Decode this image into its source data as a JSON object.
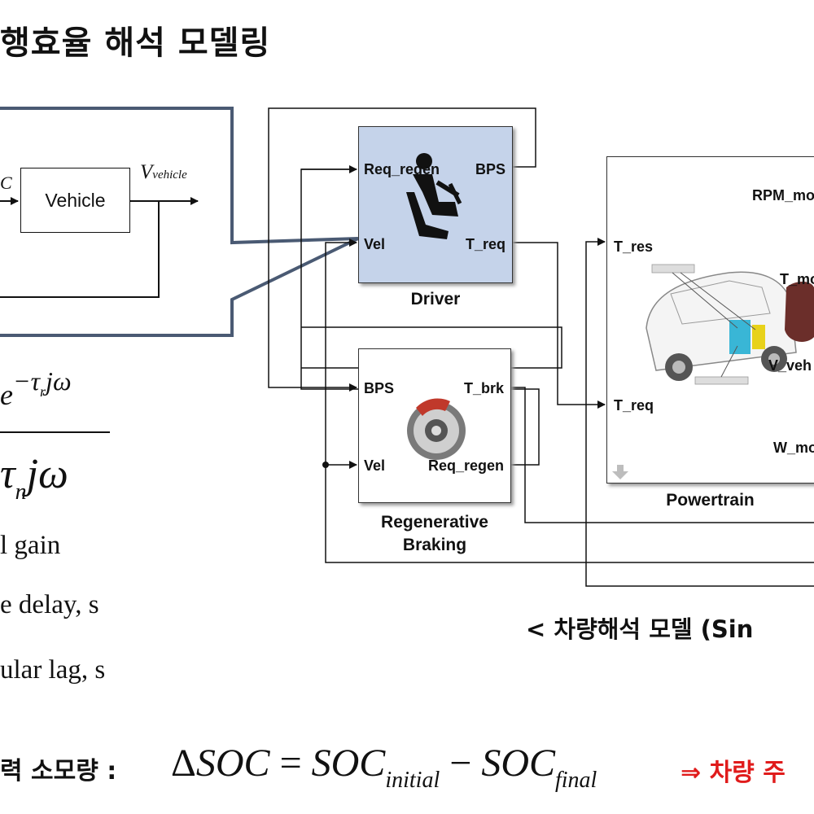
{
  "title": "행효율 해석 모델링",
  "feedback": {
    "block_label": "Vehicle",
    "input_sub": "C",
    "output_symbol": "V",
    "output_sub": "vehicle"
  },
  "transfer_function": {
    "num_exp_sign": "−τ",
    "num_exp_sub": "r",
    "num_exp_rest": "jω",
    "num_base": "e",
    "den_symbol": "τ",
    "den_sub": "n",
    "den_rest": "jω"
  },
  "parameters": [
    "l gain",
    "e delay, s",
    "ular lag, s"
  ],
  "driver": {
    "ports_in": [
      "Req_regen",
      "Vel"
    ],
    "ports_out": [
      "BPS",
      "T_req"
    ],
    "caption": "Driver"
  },
  "regen": {
    "ports_in": [
      "BPS",
      "Vel"
    ],
    "ports_out": [
      "T_brk",
      "Req_regen"
    ],
    "caption_line1": "Regenerative",
    "caption_line2": "Braking"
  },
  "powertrain": {
    "ports_in": [
      "T_res",
      "T_req"
    ],
    "ports_out": [
      "RPM_mo",
      "T_mo",
      "V_veh",
      "W_mo"
    ],
    "caption": "Powertrain"
  },
  "model_caption": "< 차량해석 모델 (Sin",
  "bottom": {
    "label": "력 소모량 :",
    "delta": "Δ",
    "soc": "SOC",
    "equals": "=",
    "soc_initial": "SOC",
    "initial_sub": "initial",
    "minus": "−",
    "soc_final": "SOC",
    "final_sub": "final",
    "arrow_text": "⇒ 차량 주"
  },
  "colors": {
    "driver_fill": "#c5d3ea",
    "connector_line": "#4a5a73",
    "accent_red": "#e01b1b"
  }
}
